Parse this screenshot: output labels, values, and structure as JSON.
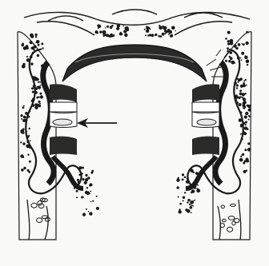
{
  "figure": {
    "kind": "anatomical line drawing",
    "structures": [
      "cancellous-bone-left",
      "cancellous-bone-right",
      "cortical-bridge",
      "joint-left",
      "joint-right",
      "pointer-arrow"
    ],
    "colors": {
      "ink": "#1a1a1a",
      "paper": "#f9f9f7",
      "cavity": "#ffffff"
    }
  }
}
